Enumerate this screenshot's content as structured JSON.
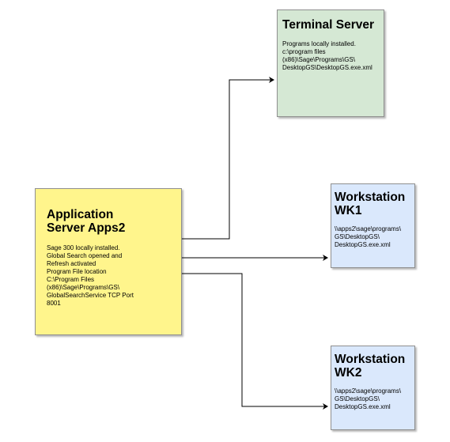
{
  "nodes": {
    "terminal_server": {
      "title": "Terminal Server",
      "body_lines": [
        "Programs locally installed.",
        "c:\\program files",
        "(x86)\\Sage\\Programs\\GS\\",
        "DesktopGS\\DesktopGS.exe.xml"
      ],
      "fill_color": "#d5e8d4"
    },
    "application_server": {
      "title_lines": [
        "Application",
        "Server Apps2"
      ],
      "body_lines": [
        "Sage 300 locally installed.",
        "Global Search opened and",
        "Refresh activated",
        "Program File location",
        "C:\\Program Files",
        "(x86)\\Sage\\Programs\\GS\\",
        "GlobalSearchService TCP Port",
        "8001"
      ],
      "fill_color": "#fff58c"
    },
    "workstation_wk1": {
      "title_lines": [
        "Workstation",
        "WK1"
      ],
      "body_lines": [
        "\\\\apps2\\sage\\programs\\",
        "GS\\DesktopGS\\",
        "DesktopGS.exe.xml"
      ],
      "fill_color": "#dae8fc"
    },
    "workstation_wk2": {
      "title_lines": [
        "Workstation",
        "WK2"
      ],
      "body_lines": [
        "\\\\apps2\\sage\\programs\\",
        "GS\\DesktopGS\\",
        "DesktopGS.exe.xml"
      ],
      "fill_color": "#dae8fc"
    }
  },
  "edges": [
    {
      "from": "Application Server Apps2",
      "to": "Terminal Server"
    },
    {
      "from": "Application Server Apps2",
      "to": "Workstation WK1"
    },
    {
      "from": "Application Server Apps2",
      "to": "Workstation WK2"
    }
  ],
  "line_color": "#000000"
}
